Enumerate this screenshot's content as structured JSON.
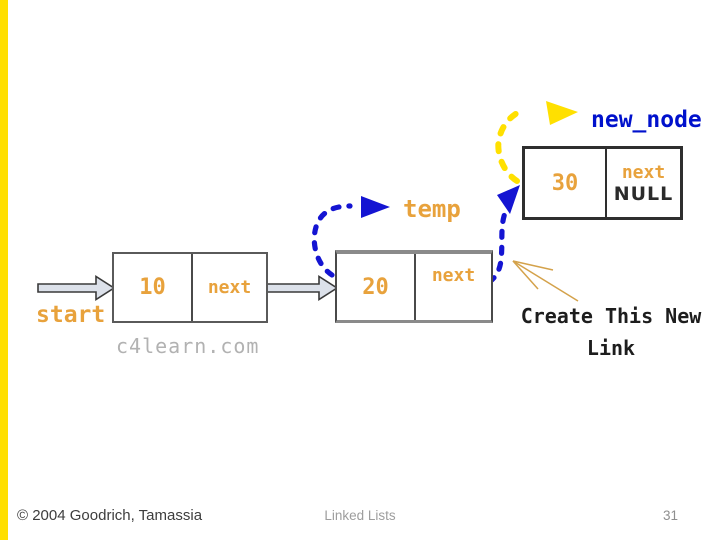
{
  "slide": {
    "labels": {
      "start": "start",
      "temp": "temp",
      "new_node": "new_node"
    },
    "nodes": [
      {
        "value": "10",
        "pointer": "next"
      },
      {
        "value": "20",
        "pointer": "next"
      },
      {
        "value": "30",
        "pointer": "next",
        "pointer_value": "NULL"
      }
    ],
    "annotation": {
      "line1": "Create This New",
      "line2": "Link"
    },
    "watermark": "c4learn.com"
  },
  "footer": {
    "copyright": "© 2004 Goodrich, Tamassia",
    "center_title": "Linked Lists",
    "page_number": "31"
  },
  "icons": {
    "start_arrow": "gray-block-arrow-right",
    "node_link_arrow": "gray-block-arrow-right",
    "temp_pointer": "blue-dashed-curved-arrow",
    "new_link_pointer": "blue-dashed-curved-arrow",
    "new_node_pointer": "yellow-dashed-curved-arrow",
    "callout_pointer": "thin-orange-arrow"
  },
  "colors": {
    "accent_bar": "#ffdf00",
    "label_orange": "#e8a23c",
    "pointer_blue": "#1414d2",
    "new_node_blue": "#0011cc",
    "link_yellow": "#ffe000",
    "block_arrow_fill": "#dce1ea",
    "watermark_gray": "#b2b2b2",
    "null_dark": "#2b2b2b"
  }
}
